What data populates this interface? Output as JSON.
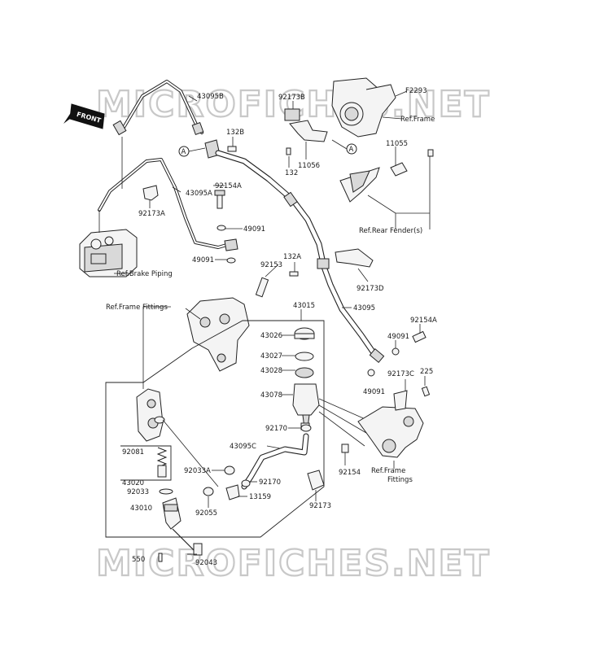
{
  "watermark": {
    "text": "MICROFICHES.NET"
  },
  "front_badge": {
    "text": "FRONT"
  },
  "circle_marker": {
    "text": "A"
  },
  "parts": {
    "p43095B": "43095B",
    "p132B": "132B",
    "p92173B": "92173B",
    "pF2293": "F2293",
    "p132": "132",
    "p11056": "11056",
    "p11055": "11055",
    "p43095A": "43095A",
    "p92173A": "92173A",
    "p92154A_top": "92154A",
    "p49091_top": "49091",
    "p49091_left": "49091",
    "p92153": "92153",
    "p132A": "132A",
    "p92173D": "92173D",
    "p43015": "43015",
    "p43095": "43095",
    "p92154A_right": "92154A",
    "p49091_right1": "49091",
    "p49091_right2": "49091",
    "p43026": "43026",
    "p43027": "43027",
    "p43028": "43028",
    "p92173C": "92173C",
    "p225": "225",
    "p43078": "43078",
    "p92170_upper": "92170",
    "p43095C": "43095C",
    "p92081": "92081",
    "p43020": "43020",
    "p92033A": "92033A",
    "p92170_lower": "92170",
    "p92154": "92154",
    "p92033": "92033",
    "p13159": "13159",
    "p92055": "92055",
    "p92173": "92173",
    "p43010": "43010",
    "p550": "550",
    "p92043": "92043"
  },
  "refs": {
    "frame": "Ref.Frame",
    "rear_fender": "Ref.Rear Fender(s)",
    "brake_piping": "Ref.Brake Piping",
    "frame_fittings_left": "Ref.Frame Fittings",
    "frame_fittings_right_1": "Ref.Frame",
    "frame_fittings_right_2": "Fittings"
  }
}
